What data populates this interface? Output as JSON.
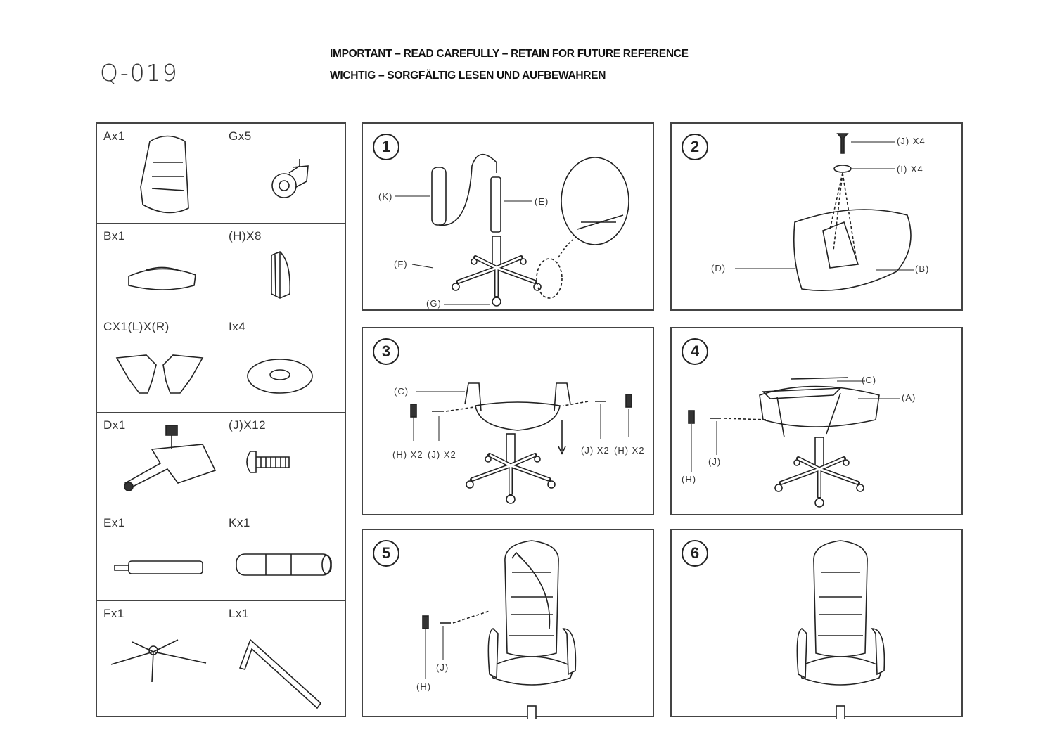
{
  "model": "Q-019",
  "header": {
    "line1": "IMPORTANT – READ CAREFULLY – RETAIN FOR FUTURE REFERENCE",
    "line2": "WICHTIG – SORGFÄLTIG LESEN UND AUFBEWAHREN"
  },
  "parts": [
    {
      "label": "Ax1"
    },
    {
      "label": "Gx5"
    },
    {
      "label": "Bx1"
    },
    {
      "label": "(H)X8"
    },
    {
      "label": "CX1(L)X(R)"
    },
    {
      "label": "Ix4"
    },
    {
      "label": "Dx1"
    },
    {
      "label": "(J)X12"
    },
    {
      "label": "Ex1"
    },
    {
      "label": "Kx1"
    },
    {
      "label": "Fx1"
    },
    {
      "label": "Lx1"
    }
  ],
  "steps": [
    {
      "number": "1",
      "callouts": [
        "(K)",
        "(E)",
        "(F)",
        "(G)"
      ]
    },
    {
      "number": "2",
      "callouts": [
        "(J) X4",
        "(I) X4",
        "(D)",
        "(B)"
      ]
    },
    {
      "number": "3",
      "callouts": [
        "(C)",
        "(H) X2",
        "(J) X2",
        "(J) X2",
        "(H) X2"
      ]
    },
    {
      "number": "4",
      "callouts": [
        "(C)",
        "(A)",
        "(H)",
        "(J)"
      ]
    },
    {
      "number": "5",
      "callouts": [
        "(H)",
        "(J)"
      ]
    },
    {
      "number": "6",
      "callouts": []
    }
  ]
}
